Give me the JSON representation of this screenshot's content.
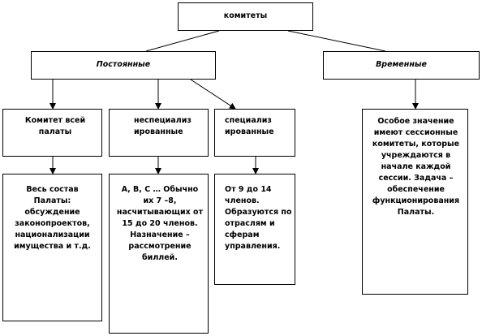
{
  "root": {
    "label": "комитеты"
  },
  "permanent": {
    "label": "Постоянные"
  },
  "temporary": {
    "label": "Временные",
    "description": "Особое значение имеют сессионные комитеты, которые учреждаются в начале каждой сессии. Задача – обеспечение функционирования Палаты."
  },
  "whole_house": {
    "label": "Комитет всей палаты",
    "description": "Весь состав Палаты: обсуждение законопроектов, национализации имущества и т.д."
  },
  "nonspecialized": {
    "label": "неспециализированные",
    "description": "А, В, С … Обычно их 7 –8, насчитывающих от 15 до 20 членов. Назначение – рассмотрение биллей."
  },
  "specialized": {
    "label": "специализированные",
    "description": "От 9 до 14 членов. Образуются по отраслям и сферам управления."
  }
}
